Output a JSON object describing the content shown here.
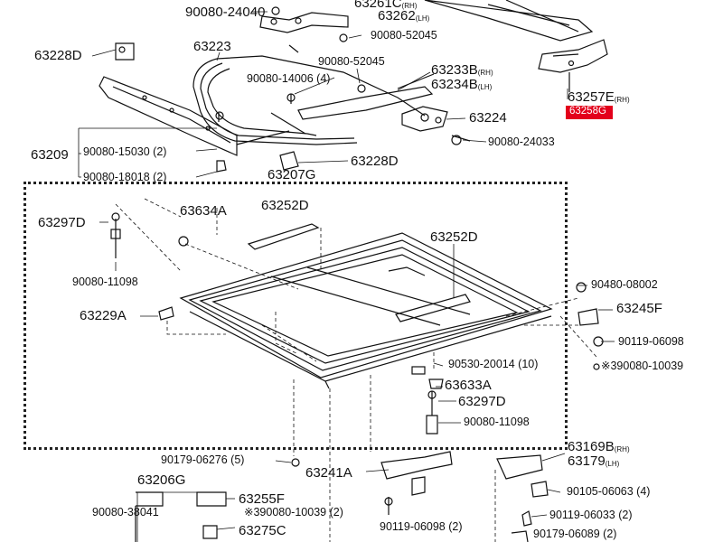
{
  "diagram": {
    "title": "",
    "accent_color": "#e3001b",
    "callouts": {
      "p90080_24040": "90080-24040",
      "p63261c": "63261C",
      "p63261c_sfx": "(RH)",
      "p63262": "63262",
      "p63262_sfx": "(LH)",
      "p90080_52045a": "90080-52045",
      "p63228d_top": "63228D",
      "p63223": "63223",
      "p90080_52045b": "90080-52045",
      "p63233b": "63233B",
      "p63233b_sfx": "(RH)",
      "p90080_14006": "90080-14006",
      "p90080_14006_qty": "(4)",
      "p63234b": "63234B",
      "p63234b_sfx": "(LH)",
      "p63257e": "63257E",
      "p63257e_sfx": "(RH)",
      "p63258g": "63258G",
      "p63224": "63224",
      "p63209": "63209",
      "p90080_15030": "90080-15030",
      "p90080_15030_qty": "(2)",
      "p90080_24033": "90080-24033",
      "p63228d_bottom": "63228D",
      "p90080_18018": "90080-18018",
      "p90080_18018_qty": "(2)",
      "p63207g": "63207G",
      "p63297d_left": "63297D",
      "p63634a": "63634A",
      "p63252d_top": "63252D",
      "p63252d_mid": "63252D",
      "p90080_11098_left": "90080-11098",
      "p90480_08002": "90480-08002",
      "p63229a": "63229A",
      "p63245f": "63245F",
      "p90119_06098_right": "90119-06098",
      "p90530_20014": "90530-20014",
      "p90530_20014_qty": "(10)",
      "p90080_10039_right": "※390080-10039",
      "p63633a": "63633A",
      "p63297d_mid": "63297D",
      "p90080_11098_mid": "90080-11098",
      "p63169b": "63169B",
      "p63169b_sfx": "(RH)",
      "p90179_06276": "90179-06276",
      "p90179_06276_qty": "(5)",
      "p63179": "63179",
      "p63179_sfx": "(LH)",
      "p63206g": "63206G",
      "p63241a": "63241A",
      "p90105_06063": "90105-06063",
      "p90105_06063_qty": "(4)",
      "p90080_38041": "90080-38041",
      "p63255f": "63255F",
      "p90080_10039_bottom": "※390080-10039",
      "p90080_10039_bottom_qty": "(2)",
      "p90119_06033": "90119-06033",
      "p90119_06033_qty": "(2)",
      "p90119_06098_bottom": "90119-06098",
      "p90119_06098_bottom_qty": "(2)",
      "p63275c": "63275C",
      "p90179_06089": "90179-06089",
      "p90179_06089_qty": "(2)"
    }
  }
}
